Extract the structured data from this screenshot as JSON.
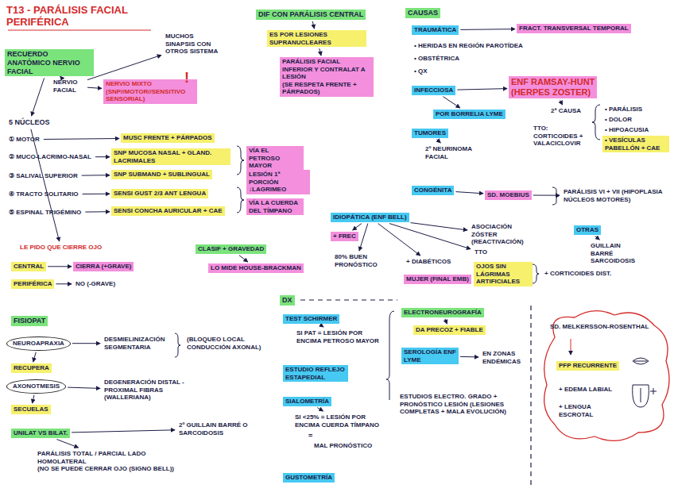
{
  "diagram": {
    "title": "T13 - PARÁLISIS FACIAL PERIFÉRICA",
    "nodes": [
      {
        "text": [
          "RECUERDO ANATÓMICO NERVIO FACIAL"
        ]
      },
      {
        "text": [
          "NERVIO FACIAL"
        ]
      },
      {
        "text": [
          "NERVIO MIXTO",
          "(SNP//MOTOR//SENSITIVO SENSORIAL)"
        ]
      },
      {
        "text": [
          "MUCHOS SINAPSIS CON OTROS SISTEMA"
        ]
      },
      {
        "text": [
          "5 NÚCLEOS"
        ]
      },
      {
        "text": [
          "① MOTOR"
        ]
      },
      {
        "text": [
          "MUSC FRENTE + PÁRPADOS"
        ]
      },
      {
        "text": [
          "② MUCO-LACRIMO-NASAL"
        ]
      },
      {
        "text": [
          "SNP MUCOSA NASAL + GLAND. LACRIMALES"
        ]
      },
      {
        "text": [
          "③ SALIVAL SUPERIOR"
        ]
      },
      {
        "text": [
          "SNP SUBMAND + SUBLINGUAL"
        ]
      },
      {
        "text": [
          "④ TRACTO SOLITARIO"
        ]
      },
      {
        "text": [
          "SENSI GUST 2/3 ANT LENGUA"
        ]
      },
      {
        "text": [
          "⑤ ESPINAL TRIGÉMINO"
        ]
      },
      {
        "text": [
          "SENSI CONCHA AURICULAR + CAE"
        ]
      },
      {
        "text": [
          "VÍA EL PETROSO MAYOR"
        ]
      },
      {
        "text": [
          "LESIÓN 1ª PORCIÓN ↓LAGRIMEO"
        ]
      },
      {
        "text": [
          "VÍA LA CUERDA DEL TÍMPANO"
        ]
      },
      {
        "text": [
          "LE PIDO QUE CIERRE OJO"
        ]
      },
      {
        "text": [
          "CENTRAL"
        ]
      },
      {
        "text": [
          "CIERRA (+GRAVE)"
        ]
      },
      {
        "text": [
          "PERIFÉRICA"
        ]
      },
      {
        "text": [
          "NO (-GRAVE)"
        ]
      },
      {
        "text": [
          "CLASIF + GRAVEDAD"
        ]
      },
      {
        "text": [
          "LO MIDE HOUSE-BRACKMAN"
        ]
      },
      {
        "text": [
          "FISIOPAT"
        ]
      },
      {
        "text": [
          "NEUROAPRAXIA"
        ]
      },
      {
        "text": [
          "DESMIELINIZACIÓN SEGMENTARIA"
        ]
      },
      {
        "text": [
          "(BLOQUEO LOCAL CONDUCCIÓN AXONAL)"
        ]
      },
      {
        "text": [
          "RECUPERA"
        ]
      },
      {
        "text": [
          "AXONOTMESIS"
        ]
      },
      {
        "text": [
          "DEGENERACIÓN DISTAL - PROXIMAL FIBRAS (WALLERIANA)"
        ]
      },
      {
        "text": [
          "SECUELAS"
        ]
      },
      {
        "text": [
          "UNILAT VS BILAT."
        ]
      },
      {
        "text": [
          "2º GUILLAIN BARRÉ O SARCOIDOSIS"
        ]
      },
      {
        "text": [
          "PARÁLISIS TOTAL / PARCIAL LADO HOMOLATERAL",
          "(NO SE PUEDE CERRAR OJO (SIGNO BELL))"
        ]
      },
      {
        "text": [
          "DIF CON PARÁLISIS CENTRAL"
        ]
      },
      {
        "text": [
          "ES POR LESIONES SUPRANUCLEARES"
        ]
      },
      {
        "text": [
          "PARÁLISIS FACIAL INFERIOR Y CONTRALAT A LESIÓN",
          "(SE RESPETA FRENTE + PÁRPADOS)"
        ]
      },
      {
        "text": [
          "CAUSAS"
        ]
      },
      {
        "text": [
          "TRAUMÁTICA"
        ]
      },
      {
        "text": [
          "FRACT. TRANSVERSAL TEMPORAL"
        ]
      },
      {
        "text": [
          "• HERIDAS EN REGIÓN PAROTÍDEA"
        ]
      },
      {
        "text": [
          "• OBSTÉTRICA"
        ]
      },
      {
        "text": [
          "• QX"
        ]
      },
      {
        "text": [
          "INFECCIOSA"
        ]
      },
      {
        "text": [
          "ENF RAMSAY-HUNT",
          "(HERPES ZOSTER)"
        ]
      },
      {
        "text": [
          "POR BORRELIA LYME"
        ]
      },
      {
        "text": [
          "2ª CAUSA"
        ]
      },
      {
        "text": [
          "• PARÁLISIS"
        ]
      },
      {
        "text": [
          "• DOLOR"
        ]
      },
      {
        "text": [
          "• HIPOACUSIA"
        ]
      },
      {
        "text": [
          "• VESÍCULAS PABELLÓN + CAE"
        ]
      },
      {
        "text": [
          "TTO: CORTICOIDES + VALACICLOVIR"
        ]
      },
      {
        "text": [
          "TUMORES"
        ]
      },
      {
        "text": [
          "2º NEURINOMA FACIAL"
        ]
      },
      {
        "text": [
          "CONGÉNITA"
        ]
      },
      {
        "text": [
          "SD. MOEBIUS"
        ]
      },
      {
        "text": [
          "PARÁLISIS VI + VII (HIPOPLASIA NÚCLEOS MOTORES)"
        ]
      },
      {
        "text": [
          "IDIOPÁTICA (ENF BELL)"
        ]
      },
      {
        "text": [
          "+ FREC"
        ]
      },
      {
        "text": [
          "80% BUEN PRONÓSTICO"
        ]
      },
      {
        "text": [
          "ASOCIACIÓN ZÓSTER (REACTIVACIÓN)"
        ]
      },
      {
        "text": [
          "+ DIABÉTICOS"
        ]
      },
      {
        "text": [
          "MUJER (FINAL EMB)"
        ]
      },
      {
        "text": [
          "TTO"
        ]
      },
      {
        "text": [
          "OJOS SIN LÁGRIMAS ARTIFICIALES"
        ]
      },
      {
        "text": [
          "+ CORTICOIDES DIST."
        ]
      },
      {
        "text": [
          "OTRAS"
        ]
      },
      {
        "text": [
          "GUILLAIN BARRÉ SARCOIDOSIS"
        ]
      },
      {
        "text": [
          "DX"
        ]
      },
      {
        "text": [
          "TEST SCHIRMER"
        ]
      },
      {
        "text": [
          "SI PAT = LESIÓN POR ENCIMA PETROSO MAYOR"
        ]
      },
      {
        "text": [
          "ESTUDIO REFLEJO ESTAPEDIAL"
        ]
      },
      {
        "text": [
          "SIALOMETRÍA"
        ]
      },
      {
        "text": [
          "SI <25% = LESIÓN POR ENCIMA CUERDA TÍMPANO"
        ]
      },
      {
        "text": [
          "MAL PRONÓSTICO"
        ]
      },
      {
        "text": [
          "GUSTOMETRÍA"
        ]
      },
      {
        "text": [
          "ELECTRONEUROGRAFÍA"
        ]
      },
      {
        "text": [
          "DA PRECOZ + FIABLE"
        ]
      },
      {
        "text": [
          "SEROLOGÍA ENF LYME"
        ]
      },
      {
        "text": [
          "EN ZONAS ENDÉMICAS"
        ]
      },
      {
        "text": [
          "ESTUDIOS ELECTRO. GRADO + PRONÓSTICO LESIÓN (LESIONES COMPLETAS + MALA EVOLUCIÓN)"
        ]
      },
      {
        "text": [
          "SD. MELKERSSON-ROSENTHAL"
        ]
      },
      {
        "text": [
          "PFP RECURRENTE"
        ],
        "in": 83
      },
      {
        "text": [
          "+ EDEMA LABIAL"
        ],
        "in": 83
      },
      {
        "text": [
          "+ LENGUA ESCROTAL"
        ],
        "in": 83
      }
    ],
    "edges": [
      {
        "from": 0,
        "to": 1,
        "arrow": "to"
      },
      {
        "from": 1,
        "to": 2,
        "arrow": "to"
      },
      {
        "from": 1,
        "to": 3,
        "arrow": "to"
      },
      {
        "from": 0,
        "to": 4,
        "arrow": "to"
      },
      {
        "from": 5,
        "to": 6,
        "arrow": "to"
      },
      {
        "from": 7,
        "to": 8,
        "arrow": "to"
      },
      {
        "from": 9,
        "to": 10,
        "arrow": "to"
      },
      {
        "from": 11,
        "to": 12,
        "arrow": "to"
      },
      {
        "from": 13,
        "to": 14,
        "arrow": "to"
      },
      {
        "from": 4,
        "to": 18,
        "arrow": "to"
      },
      {
        "from": 19,
        "to": 20,
        "arrow": "to"
      },
      {
        "from": 21,
        "to": 22,
        "arrow": "to"
      },
      {
        "from": 23,
        "to": 24,
        "arrow": "to"
      },
      {
        "from": 26,
        "to": 27,
        "arrow": "to"
      },
      {
        "from": 26,
        "to": 29,
        "arrow": "to"
      },
      {
        "from": 30,
        "to": 31,
        "arrow": "to"
      },
      {
        "from": 30,
        "to": 32,
        "arrow": "to"
      },
      {
        "from": 33,
        "to": 34,
        "arrow": "to"
      },
      {
        "from": 33,
        "to": 35,
        "arrow": "to"
      },
      {
        "from": 36,
        "to": 37,
        "arrow": "to"
      },
      {
        "from": 37,
        "to": 38,
        "arrow": "to"
      },
      {
        "from": 40,
        "to": 41,
        "arrow": "to"
      },
      {
        "from": 45,
        "to": 46,
        "arrow": "to"
      },
      {
        "from": 45,
        "to": 47,
        "arrow": "to"
      },
      {
        "from": 46,
        "to": 48,
        "arrow": "to"
      },
      {
        "from": 54,
        "to": 55,
        "arrow": "to"
      },
      {
        "from": 56,
        "to": 57,
        "arrow": "to"
      },
      {
        "from": 57,
        "to": 58,
        "arrow": "to"
      },
      {
        "from": 59,
        "to": 60,
        "arrow": "to"
      },
      {
        "from": 59,
        "to": 61,
        "arrow": "to"
      },
      {
        "from": 59,
        "to": 62,
        "arrow": "to"
      },
      {
        "from": 59,
        "to": 63,
        "arrow": "to"
      },
      {
        "from": 59,
        "to": 65,
        "arrow": "to"
      },
      {
        "from": 68,
        "to": 69,
        "arrow": "to"
      },
      {
        "from": 71,
        "to": 72,
        "arrow": "to"
      },
      {
        "from": 74,
        "to": 75,
        "arrow": "to"
      },
      {
        "from": 78,
        "to": 79,
        "arrow": "to"
      },
      {
        "from": 80,
        "to": 81,
        "arrow": "to"
      }
    ],
    "labels": [
      "!",
      "="
    ]
  }
}
